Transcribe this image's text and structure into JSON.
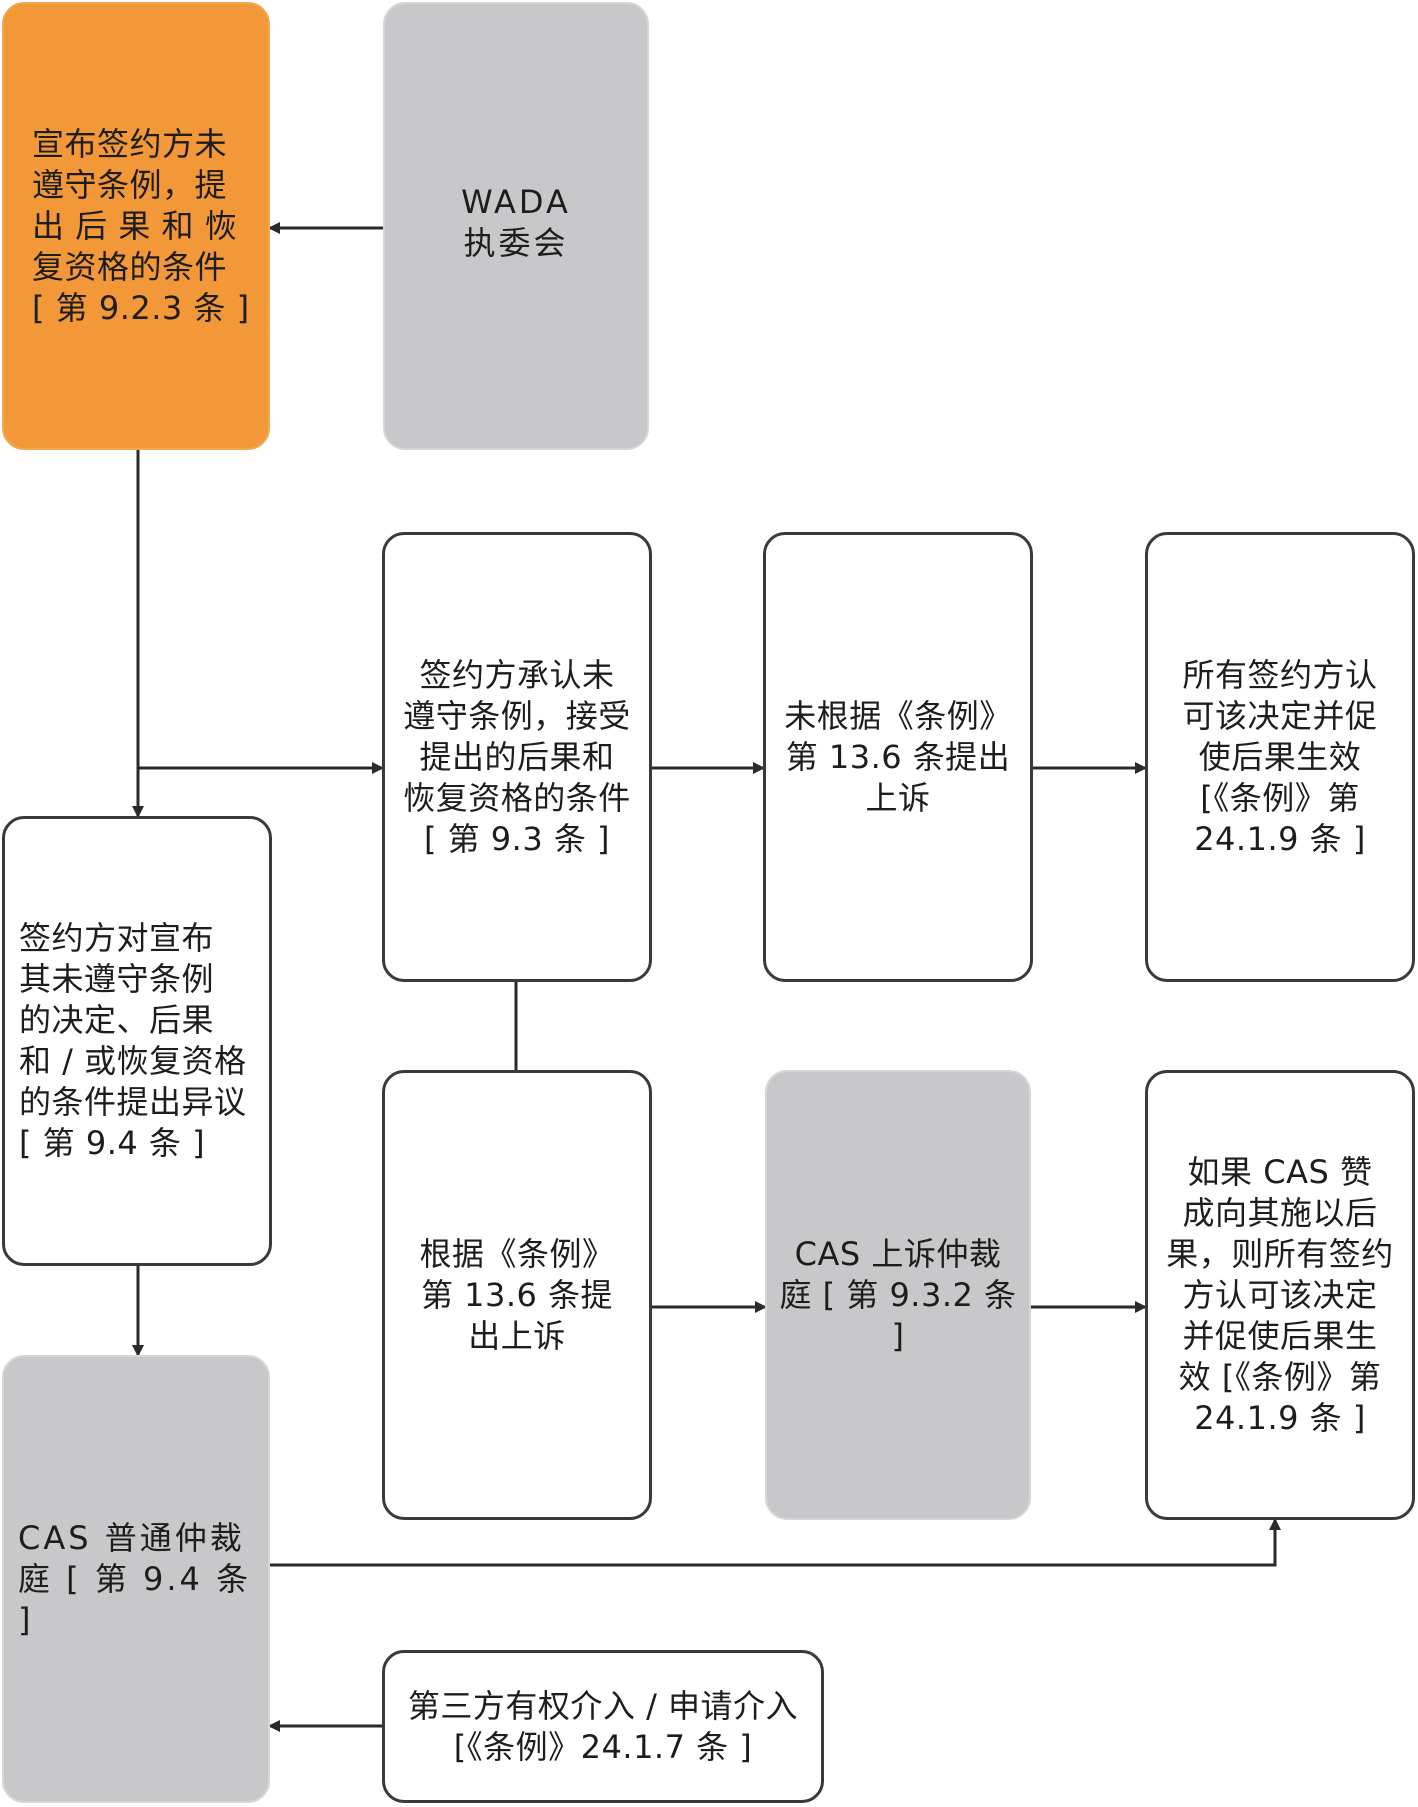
{
  "diagram": {
    "nodes": [
      {
        "id": "declare",
        "text": "宣布签约方未\n遵守条例，提\n出 后 果 和 恢\n复资格的条件\n[ 第 9.2.3 条 ]",
        "fill": "#f29839"
      },
      {
        "id": "wada",
        "text": "WADA\n执委会",
        "fill": "#c8c8ca"
      },
      {
        "id": "accept",
        "text": "签约方承认未\n遵守条例，接受\n提出的后果和\n恢复资格的条件\n[ 第 9.3 条 ]",
        "fill": "#ffffff"
      },
      {
        "id": "no-appeal",
        "text": "未根据《条例》\n第 13.6 条提出\n上诉",
        "fill": "#ffffff"
      },
      {
        "id": "recognize-1",
        "text": "所有签约方认\n可该决定并促\n使后果生效\n[《条例》第\n24.1.9 条 ]",
        "fill": "#ffffff"
      },
      {
        "id": "dispute",
        "text": "签约方对宣布\n其未遵守条例\n的决定、后果\n和 / 或恢复资格\n的条件提出异议\n[ 第 9.4 条 ]",
        "fill": "#ffffff"
      },
      {
        "id": "appeal",
        "text": "根据《条例》\n第 13.6 条提\n出上诉",
        "fill": "#ffffff"
      },
      {
        "id": "cas-appeal",
        "text": "CAS 上诉仲裁\n庭 [ 第 9.3.2 条 ]",
        "fill": "#c8c8ca"
      },
      {
        "id": "recognize-2",
        "text": "如果 CAS 赞\n成向其施以后\n果，则所有签约\n方认可该决定\n并促使后果生\n效 [《条例》第\n24.1.9 条 ]",
        "fill": "#ffffff"
      },
      {
        "id": "cas-ordinary",
        "text": "CAS 普通仲裁\n庭 [ 第 9.4 条 ]",
        "fill": "#c8c8ca"
      },
      {
        "id": "third-party",
        "text": "第三方有权介入 / 申请介入\n[《条例》24.1.7 条 ]",
        "fill": "#ffffff"
      }
    ],
    "edges": [
      {
        "from": "wada",
        "to": "declare"
      },
      {
        "from": "declare",
        "to": "accept"
      },
      {
        "from": "declare",
        "to": "dispute"
      },
      {
        "from": "accept",
        "to": "no-appeal"
      },
      {
        "from": "no-appeal",
        "to": "recognize-1"
      },
      {
        "from": "accept",
        "to": "appeal"
      },
      {
        "from": "appeal",
        "to": "cas-appeal"
      },
      {
        "from": "cas-appeal",
        "to": "recognize-2"
      },
      {
        "from": "dispute",
        "to": "cas-ordinary"
      },
      {
        "from": "cas-ordinary",
        "to": "recognize-2"
      },
      {
        "from": "third-party",
        "to": "cas-ordinary"
      }
    ]
  }
}
